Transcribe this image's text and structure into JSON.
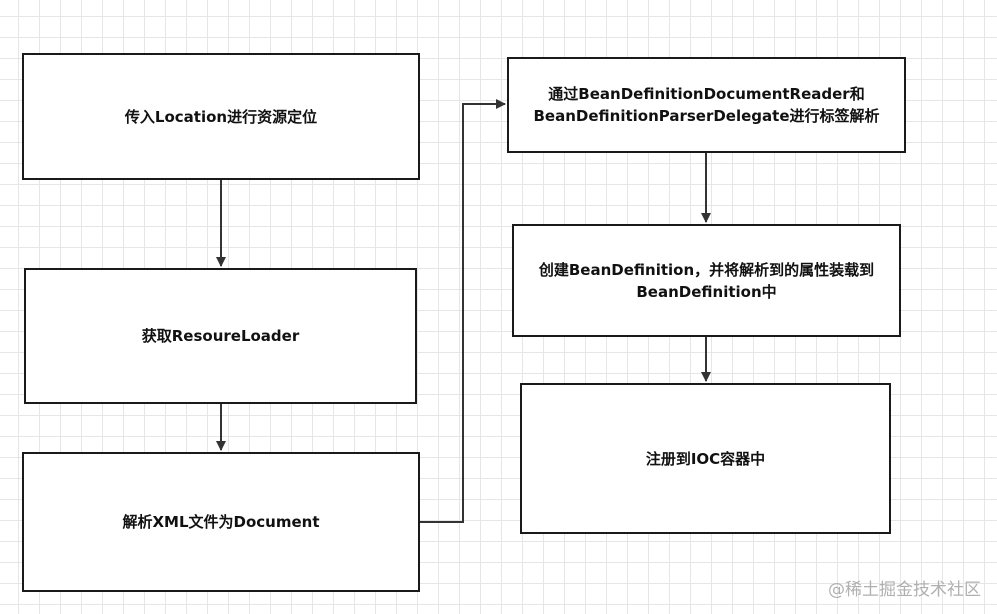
{
  "steps": {
    "location": "传入Location进行资源定位",
    "loader": "获取ResoureLoader",
    "parse": "解析XML文件为Document",
    "reader": "通过BeanDefinitionDocumentReader和\nBeanDefinitionParserDelegate进行标签解析",
    "create": "创建BeanDefinition，并将解析到的属性装载到\nBeanDefinition中",
    "register": "注册到IOC容器中"
  },
  "watermark": "@稀土掘金技术社区",
  "colors": {
    "border": "#1a1a1a",
    "arrow": "#333333",
    "grid": "#e6e6e6",
    "background": "#ffffff"
  }
}
